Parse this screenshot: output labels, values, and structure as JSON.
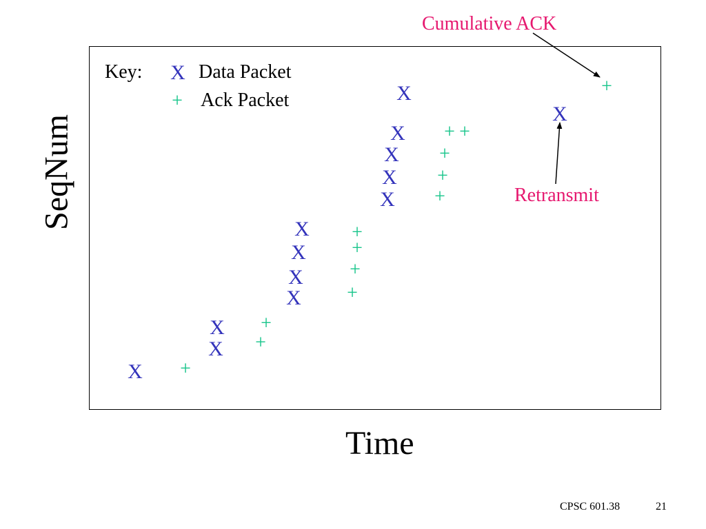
{
  "axes": {
    "x_label": "Time",
    "y_label": "SeqNum"
  },
  "key": {
    "title": "Key:",
    "data_symbol": "X",
    "data_label": "Data Packet",
    "ack_symbol": "+",
    "ack_label": "Ack Packet"
  },
  "symbols": {
    "data": "X",
    "ack": "+"
  },
  "annotations": {
    "cumulative_ack": "Cumulative ACK",
    "retransmit": "Retransmit"
  },
  "colors": {
    "data": "#3333bb",
    "ack": "#17c58a",
    "annotation": "#e6186f",
    "axis": "#000000"
  },
  "footer": {
    "course": "CPSC 601.38",
    "page": "21"
  }
}
